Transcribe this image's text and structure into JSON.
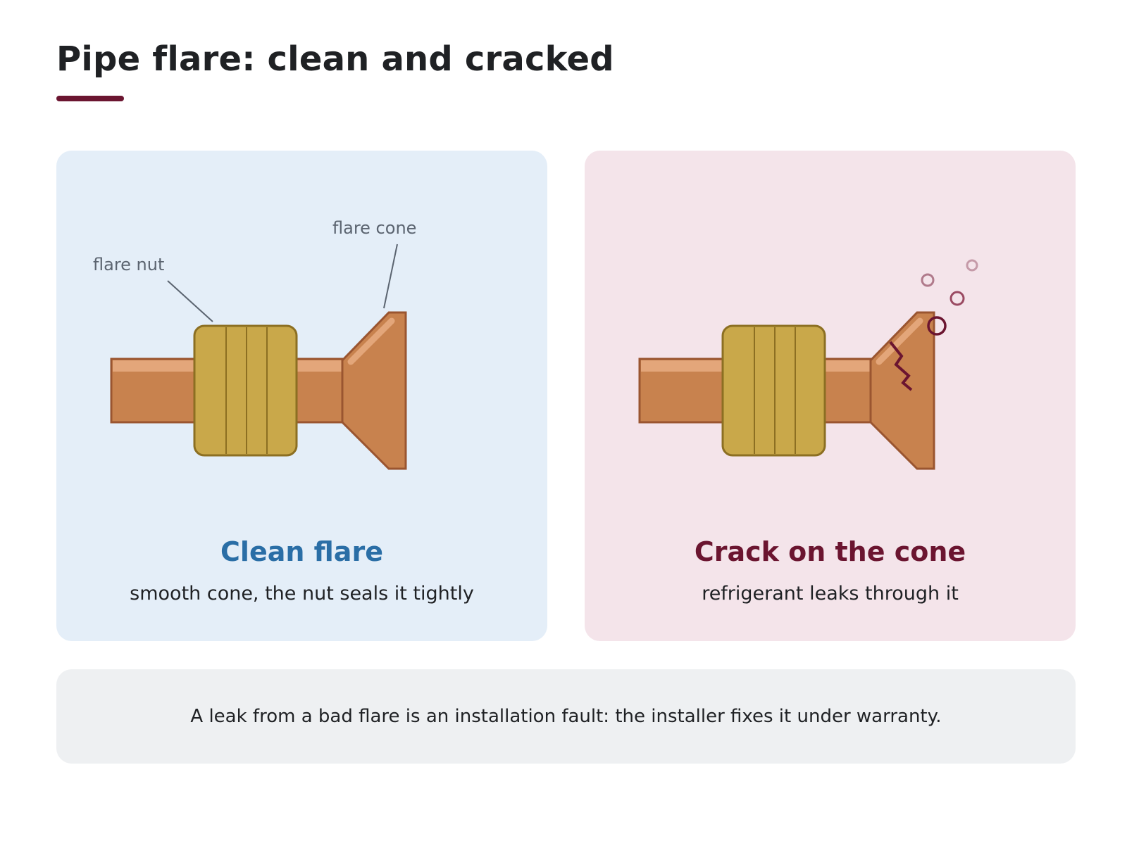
{
  "title": "Pipe flare: clean and cracked",
  "colors": {
    "accent": "#6b1530",
    "clean_accent": "#2a6ea6",
    "crack_accent": "#6b1530",
    "clean_bg": "#e4eef8",
    "crack_bg": "#f4e4ea",
    "footer_bg": "#eef0f2",
    "copper": "#c8824e",
    "copper_dark": "#9a5530",
    "copper_light": "#e3a67a",
    "brass": "#c9a84a",
    "brass_dark": "#8c6f22"
  },
  "panels": [
    {
      "id": "clean",
      "heading": "Clean flare",
      "caption": "smooth cone, the nut seals it tightly",
      "callouts": {
        "nut": "flare nut",
        "cone": "flare cone"
      }
    },
    {
      "id": "cracked",
      "heading": "Crack on the cone",
      "caption": "refrigerant leaks through it"
    }
  ],
  "footer": {
    "text": "A leak from a bad flare is an installation fault: the installer fixes it under warranty."
  }
}
